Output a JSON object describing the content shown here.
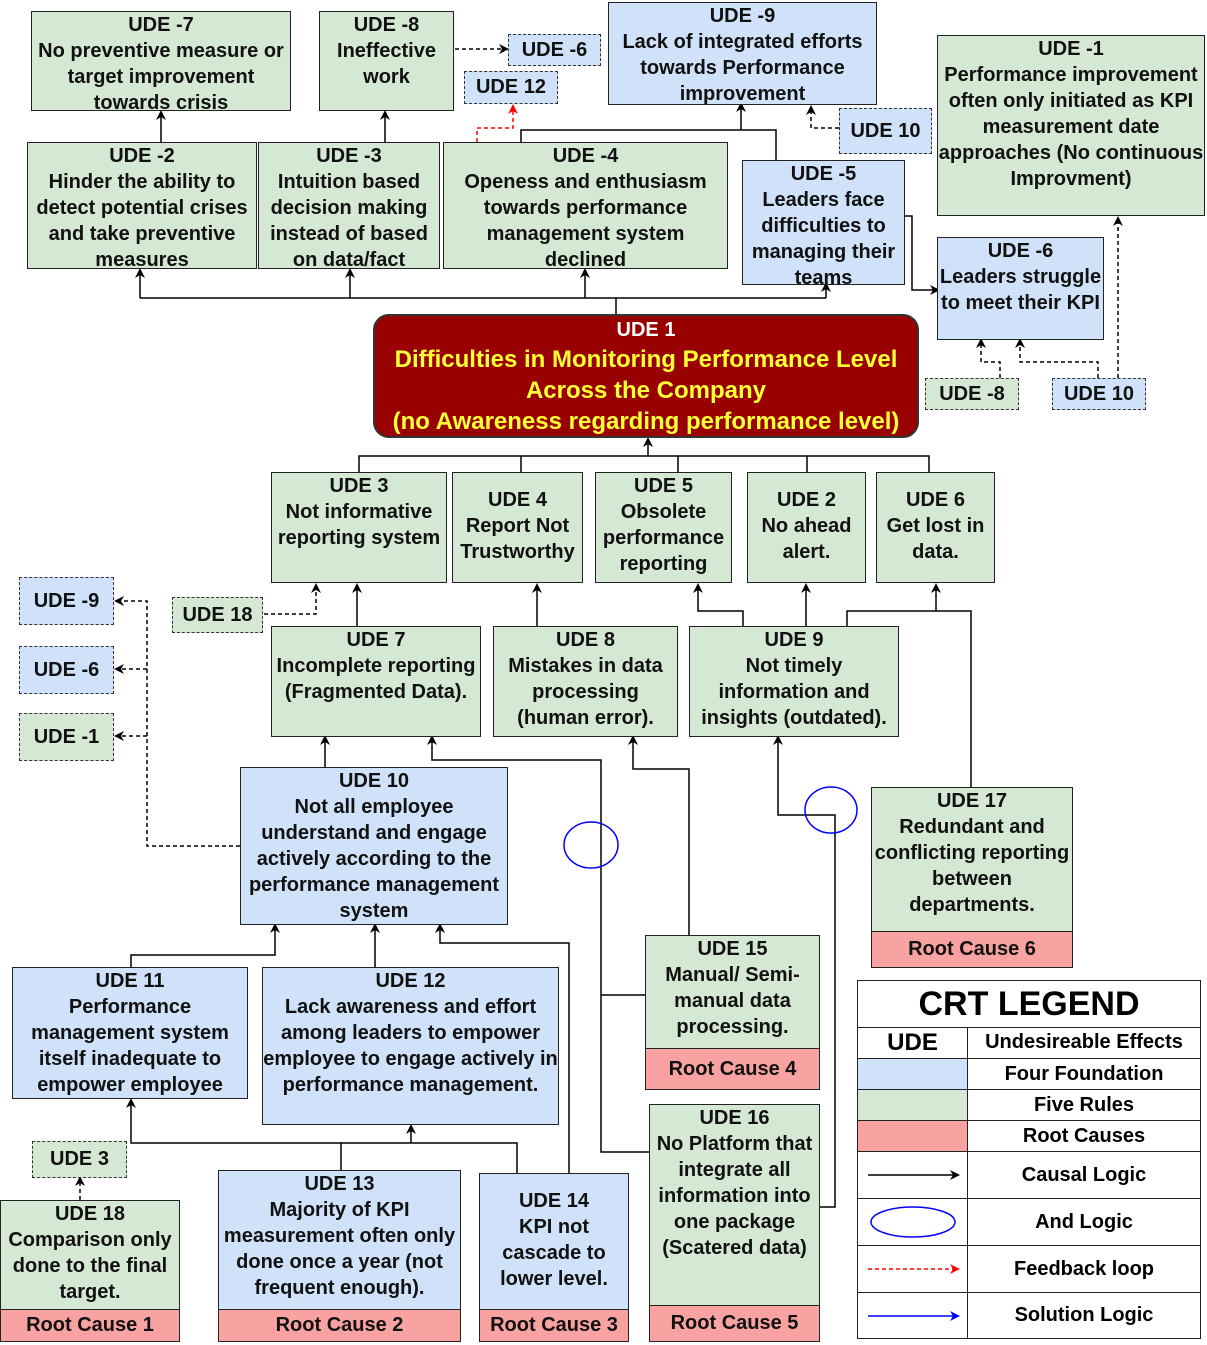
{
  "main": {
    "line1": "UDE 1",
    "line2": "Difficulties in Monitoring Performance Level",
    "line3": "Across the Company",
    "line4": "(no Awareness regarding performance level)"
  },
  "top": {
    "ude_m7": {
      "id": "UDE -7",
      "text": "No preventive measure or target improvement towards crisis"
    },
    "ude_m8": {
      "id": "UDE -8",
      "text": "Ineffective work"
    },
    "ude_m9": {
      "id": "UDE -9",
      "text": "Lack of integrated efforts towards Performance improvement"
    },
    "ude_m1": {
      "id": "UDE -1",
      "text": "Performance improvement often only initiated as KPI measurement date approaches (No continuous Improvment)"
    },
    "ude_m2": {
      "id": "UDE -2",
      "text": "Hinder the ability to detect potential crises and take preventive measures"
    },
    "ude_m3": {
      "id": "UDE -3",
      "text": "Intuition based decision making instead of based on data/fact"
    },
    "ude_m4": {
      "id": "UDE -4",
      "text": "Openess and enthusiasm towards performance management system declined"
    },
    "ude_m5": {
      "id": "UDE -5",
      "text": "Leaders face difficulties to managing their teams"
    },
    "ude_m6": {
      "id": "UDE -6",
      "text": "Leaders struggle to meet their KPI"
    }
  },
  "tags": {
    "t_ude_m6_top": "UDE -6",
    "t_ude_12": "UDE 12",
    "t_ude_10_top": "UDE 10",
    "t_ude_m8": "UDE -8",
    "t_ude_10_right": "UDE 10",
    "t_ude_18": "UDE 18",
    "t_ude_m9": "UDE -9",
    "t_ude_m6_left": "UDE -6",
    "t_ude_m1": "UDE -1",
    "t_ude_3": "UDE 3"
  },
  "mid": {
    "ude3": {
      "id": "UDE 3",
      "text": "Not informative reporting system"
    },
    "ude4": {
      "id": "UDE 4",
      "text": "Report Not Trustworthy"
    },
    "ude5": {
      "id": "UDE 5",
      "text": "Obsolete performance reporting"
    },
    "ude2": {
      "id": "UDE 2",
      "text": "No ahead alert."
    },
    "ude6": {
      "id": "UDE 6",
      "text": "Get lost in data."
    },
    "ude7": {
      "id": "UDE 7",
      "text": "Incomplete reporting (Fragmented Data)."
    },
    "ude8": {
      "id": "UDE 8",
      "text": "Mistakes in data processing (human error)."
    },
    "ude9": {
      "id": "UDE 9",
      "text": "Not timely information and insights (outdated)."
    },
    "ude10": {
      "id": "UDE 10",
      "text": "Not all employee understand and engage actively according to the performance management system"
    },
    "ude17": {
      "id": "UDE 17",
      "text": "Redundant and conflicting reporting between departments.",
      "rc": "Root Cause 6"
    },
    "ude11": {
      "id": "UDE 11",
      "text": "Performance management system itself inadequate to empower employee"
    },
    "ude12": {
      "id": "UDE 12",
      "text": "Lack awareness and effort among leaders to empower employee to engage actively in performance management."
    },
    "ude15": {
      "id": "UDE 15",
      "text": "Manual/ Semi-manual data processing.",
      "rc": "Root Cause 4"
    },
    "ude16": {
      "id": "UDE 16",
      "text": "No Platform that integrate all information into one package (Scatered data)",
      "rc": "Root Cause 5"
    },
    "ude18": {
      "id": "UDE 18",
      "text": "Comparison only done to the final target.",
      "rc": "Root Cause 1"
    },
    "ude13": {
      "id": "UDE 13",
      "text": "Majority of KPI measurement often only done once a year (not frequent enough).",
      "rc": "Root Cause 2"
    },
    "ude14": {
      "id": "UDE 14",
      "text": "KPI not cascade to lower level.",
      "rc": "Root Cause 3"
    }
  },
  "legend": {
    "title": "CRT LEGEND",
    "rows": [
      {
        "key": "UDE",
        "label": "Undesireable Effects"
      },
      {
        "key": "",
        "label": "Four Foundation"
      },
      {
        "key": "",
        "label": "Five Rules"
      },
      {
        "key": "",
        "label": "Root Causes"
      },
      {
        "key": "",
        "label": "Causal Logic"
      },
      {
        "key": "",
        "label": "And Logic"
      },
      {
        "key": "",
        "label": "Feedback loop"
      },
      {
        "key": "",
        "label": "Solution Logic"
      }
    ],
    "colors": {
      "blue": "#cfe2f9",
      "green": "#d5e8d4",
      "red": "#f8a2a2",
      "feedback": "#ff0000",
      "solution": "#0000ff"
    }
  }
}
